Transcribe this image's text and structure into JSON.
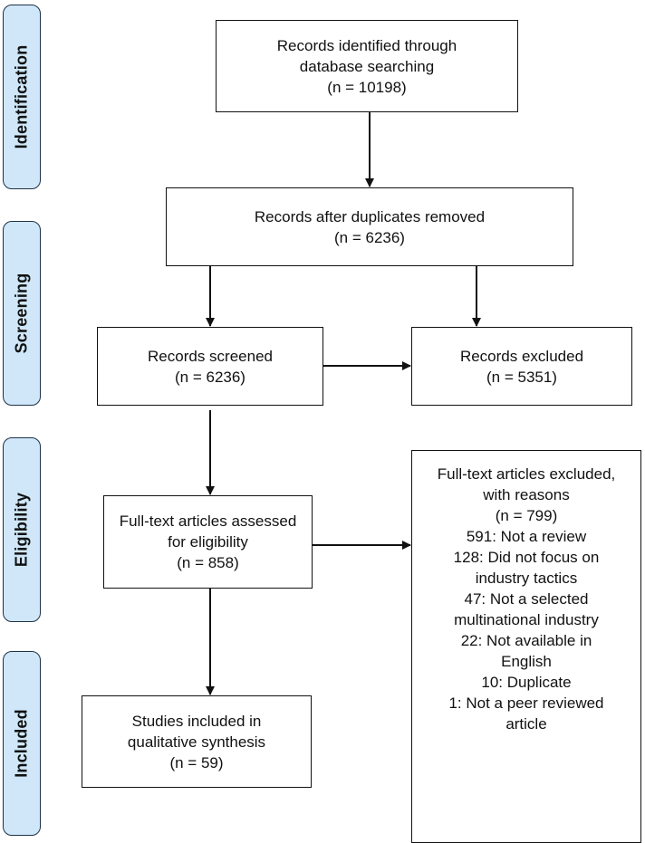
{
  "phases": {
    "identification": "Identification",
    "screening": "Screening",
    "eligibility": "Eligibility",
    "included": "Included"
  },
  "boxes": {
    "identified": {
      "lines": [
        "Records identified through",
        "database searching",
        "(n = 10198)"
      ]
    },
    "after_duplicates": {
      "lines": [
        "Records after duplicates removed",
        "(n = 6236)"
      ]
    },
    "screened": {
      "lines": [
        "Records screened",
        "(n = 6236)"
      ]
    },
    "excluded": {
      "lines": [
        "Records excluded",
        "(n = 5351)"
      ]
    },
    "assessed": {
      "lines": [
        "Full-text articles assessed",
        "for eligibility",
        "(n = 858)"
      ]
    },
    "fulltext_excluded": {
      "lines": [
        "Full-text articles excluded,",
        "with reasons",
        "(n = 799)",
        "591: Not a review",
        "128: Did not focus on",
        "industry tactics",
        "47: Not a selected",
        "multinational industry",
        "22: Not available in",
        "English",
        "10: Duplicate",
        "1: Not a peer reviewed",
        "article"
      ]
    },
    "included": {
      "lines": [
        "Studies included in",
        "qualitative synthesis",
        "(n = 59)"
      ]
    }
  },
  "colors": {
    "phase_fill": "#cfe7f8",
    "phase_border": "#1f3347",
    "box_border": "#111111",
    "arrow": "#111111"
  }
}
